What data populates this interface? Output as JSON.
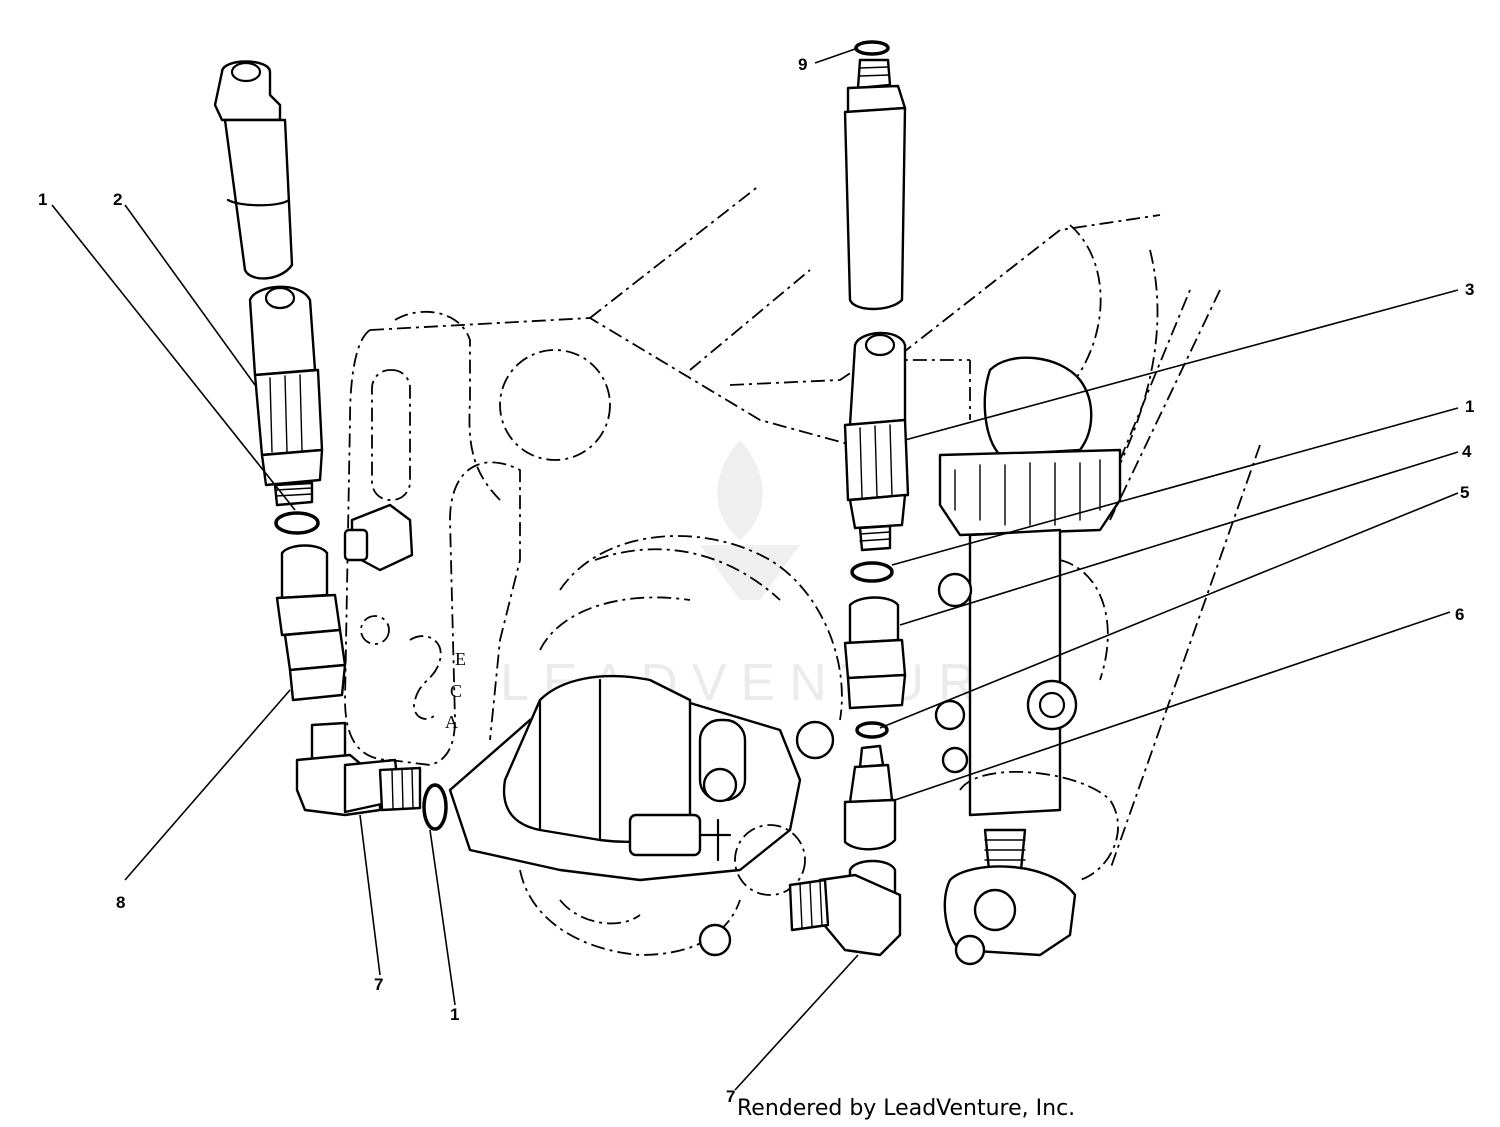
{
  "diagram": {
    "callouts": [
      {
        "id": "c1-top-left",
        "label": "1"
      },
      {
        "id": "c2",
        "label": "2"
      },
      {
        "id": "c3",
        "label": "3"
      },
      {
        "id": "c1-right",
        "label": "1"
      },
      {
        "id": "c4",
        "label": "4"
      },
      {
        "id": "c5",
        "label": "5"
      },
      {
        "id": "c6",
        "label": "6"
      },
      {
        "id": "c9",
        "label": "9"
      },
      {
        "id": "c8",
        "label": "8"
      },
      {
        "id": "c7-left",
        "label": "7"
      },
      {
        "id": "c1-bottom",
        "label": "1"
      },
      {
        "id": "c7-bottom",
        "label": "7"
      }
    ],
    "stamp_letters": [
      "E",
      "C",
      "A"
    ],
    "watermark": "LEADVENTURE",
    "credit": "Rendered by LeadVenture, Inc."
  }
}
